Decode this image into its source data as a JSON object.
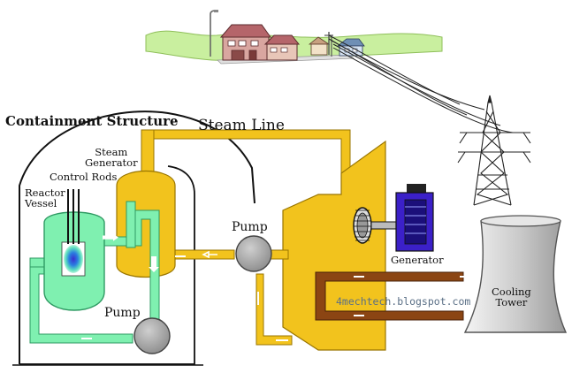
{
  "labels": {
    "containment": "Containment Structure",
    "steam_line": "Steam Line",
    "steam_generator": "Steam\nGenerator",
    "control_rods": "Control Rods",
    "reactor_vessel": "Reactor\nVessel",
    "pump_top": "Pump",
    "pump_bottom": "Pump",
    "generator": "Generator",
    "cooling_tower": "Cooling\nTower",
    "watermark": "4mechtech.blogspot.com"
  },
  "colors": {
    "steam": "#f2c31d",
    "steam_dark": "#c79a00",
    "primary_coolant": "#7ff0b0",
    "primary_dark": "#2f9a63",
    "cooling_water": "#8b4513",
    "pump": "#a9a9a9",
    "generator": "#3b20c8",
    "tower": "#c8c8c8",
    "grass": "#c9ef9f"
  }
}
